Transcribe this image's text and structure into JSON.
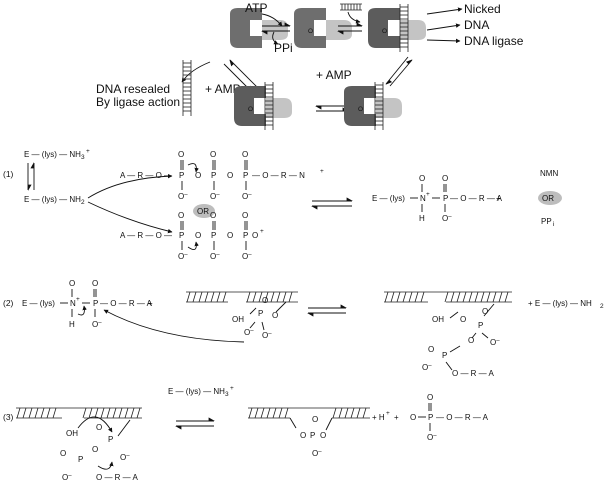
{
  "top": {
    "atp": "ATP",
    "ppi": "PPi",
    "nicked": "Nicked",
    "dna": "DNA",
    "dna_ligase": "DNA ligase",
    "amp1": "+ AMP",
    "amp2": "+ AMP",
    "resealed_1": "DNA resealed",
    "resealed_2": "By ligase action"
  },
  "steps": {
    "s1": "(1)",
    "s2": "(2)",
    "s3": "(3)"
  },
  "chem": {
    "e_lys": "E — (lys) — NH",
    "e_lys_short": "E — (lys)",
    "nh2": "NH",
    "sub2": "2",
    "sub3": "3",
    "plus": "+",
    "a_r_o": "A — R — O —",
    "p": "P",
    "o": "O",
    "o_minus": "O",
    "or_r_n": "— O — R — N",
    "or_badge": "OR",
    "or_a": "— O — R — A",
    "nmn": "NMN",
    "ppi": "PP",
    "ppi_sub": "i",
    "n": "N",
    "h": "H",
    "oh": "OH",
    "h_plus": "+ H",
    "o_r_a": "O — R — A",
    "e_lys_nh2": "+ E — (lys) — NH"
  }
}
